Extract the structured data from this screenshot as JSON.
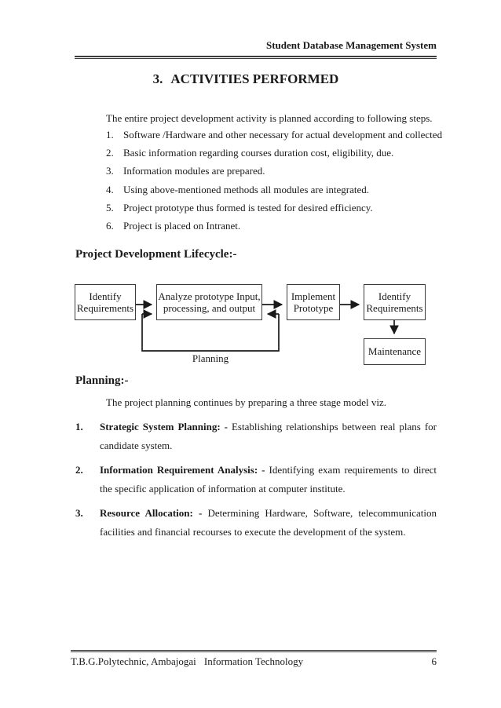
{
  "header": {
    "title": "Student Database Management System"
  },
  "title": {
    "number": "3.",
    "text": "ACTIVITIES PERFORMED"
  },
  "intro": "The entire project development activity is planned according to following steps.",
  "steps": [
    {
      "num": "1.",
      "text": "Software /Hardware and other necessary for actual development and collected"
    },
    {
      "num": "2.",
      "text": "Basic information regarding courses duration cost, eligibility, due."
    },
    {
      "num": "3.",
      "text": "Information modules are prepared."
    },
    {
      "num": "4.",
      "text": "Using above-mentioned methods all modules are integrated."
    },
    {
      "num": "5.",
      "text": "Project prototype thus formed is tested for desired efficiency."
    },
    {
      "num": "6.",
      "text": "Project is placed on Intranet."
    }
  ],
  "lifecycle": {
    "heading": "Project Development Lifecycle:-",
    "boxes": [
      {
        "label": "Identify\nRequirements"
      },
      {
        "label": "Analyze prototype Input,\nprocessing, and output"
      },
      {
        "label": "Implement\nPrototype"
      },
      {
        "label": "Identify\nRequirements"
      },
      {
        "label": "Maintenance"
      }
    ],
    "loop_label": "Planning"
  },
  "planning": {
    "heading": "Planning:-",
    "intro": "The project planning continues by preparing a three stage model viz.",
    "items": [
      {
        "num": "1.",
        "lead": "Strategic System Planning: -",
        "text": "Establishing relationships between real plans for candidate system."
      },
      {
        "num": "2.",
        "lead": "Information Requirement Analysis: -",
        "text": "Identifying exam requirements to direct the specific application of information at computer institute."
      },
      {
        "num": "3.",
        "lead": "Resource Allocation: -",
        "text": "Determining Hardware, Software, telecommunication facilities and financial recourses to execute the development of the system."
      }
    ]
  },
  "footer": {
    "left": "T.B.G.Polytechnic, Ambajogai",
    "center": "Information Technology",
    "page_number": "6"
  },
  "colors": {
    "text": "#1a1a1a",
    "rule": "#3d3d3d",
    "box_border": "#3c3c3c",
    "background": "#ffffff"
  }
}
